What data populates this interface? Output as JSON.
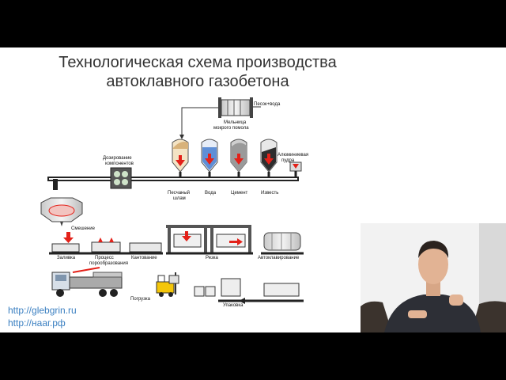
{
  "slide": {
    "title_line1": "Технологическая схема производства",
    "title_line2": "автоклавного газобетона",
    "link1": "http://glebgrin.ru",
    "link2": "http://нааг.рф"
  },
  "diagram": {
    "labels": {
      "sand_water": "Песок+вода",
      "mill_1": "Мельница",
      "mill_2": "мокрого помола",
      "dosing_1": "Дозирование",
      "dosing_2": "компонентов",
      "aluminum_1": "Алюминиевая",
      "aluminum_2": "пудра",
      "sand_slurry_1": "Песчаный",
      "sand_slurry_2": "шлам",
      "water": "Вода",
      "cement": "Цемент",
      "lime": "Известь",
      "mixing": "Смешение",
      "pouring": "Заливка",
      "process_1": "Процесс",
      "process_2": "порообразования",
      "tilting": "Кантование",
      "cutting": "Резка",
      "autoclaving": "Автоклавирование",
      "loading": "Погрузка",
      "packing": "Упаковка"
    }
  },
  "colors": {
    "arrow_red": "#e32119",
    "link_blue": "#3a7fc1",
    "title_gray": "#333333"
  }
}
